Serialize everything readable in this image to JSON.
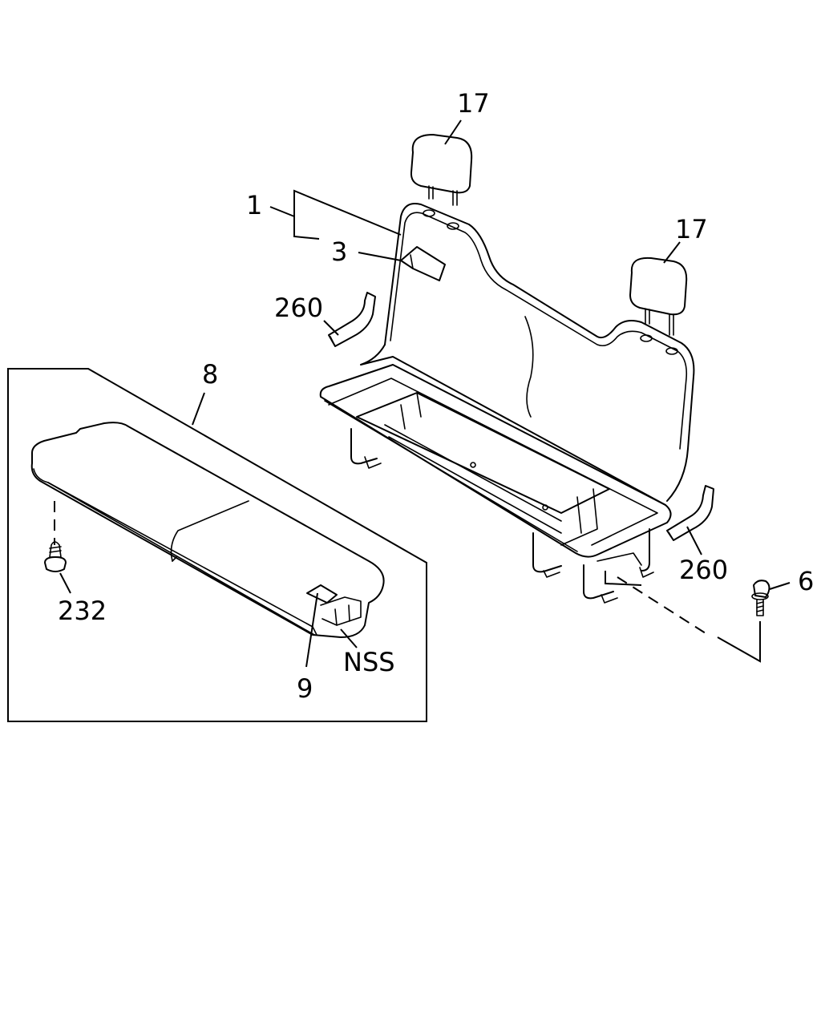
{
  "callouts": {
    "headrest_left": "17",
    "headrest_right": "17",
    "seat_back_assembly": "1",
    "seat_back_label": "3",
    "trim_left": "260",
    "trim_right": "260",
    "seat_cushion_assembly": "8",
    "screw": "232",
    "bolt": "6",
    "cushion_label": "9",
    "not_serviced": "NSS"
  }
}
